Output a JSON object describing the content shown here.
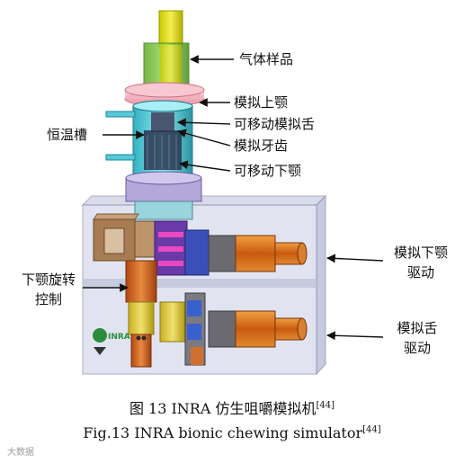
{
  "figure": {
    "labels": {
      "gas_sample": "气体样品",
      "upper_jaw": "模拟上颚",
      "movable_tongue": "可移动模拟舌",
      "teeth": "模拟牙齿",
      "movable_lower_jaw": "可移动下颚",
      "thermostat_bath": "恒温槽",
      "lower_jaw_drive_l1": "模拟下颚",
      "lower_jaw_drive_l2": "驱动",
      "rotation_control_l1": "下颚旋转",
      "rotation_control_l2": "控制",
      "tongue_drive_l1": "模拟舌",
      "tongue_drive_l2": "驱动"
    },
    "logo_text": "INRA"
  },
  "caption": {
    "cn_text": "图 13    INRA 仿生咀嚼模拟机",
    "cn_ref": "[44]",
    "en_text": "Fig.13    INRA bionic chewing simulator",
    "en_ref": "[44]"
  },
  "watermark": "大数据"
}
